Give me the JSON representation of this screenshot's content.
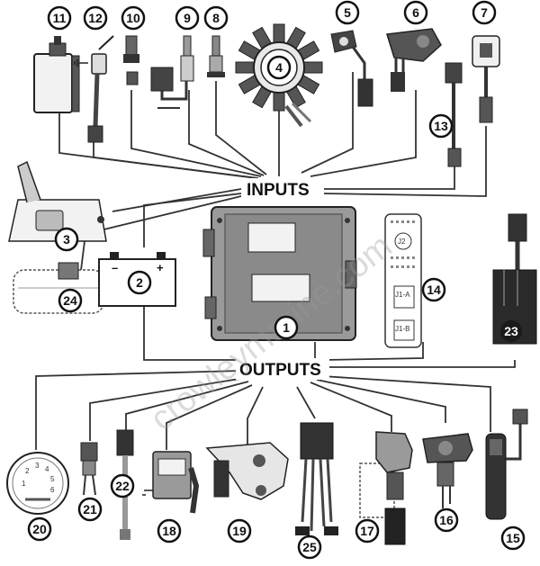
{
  "headings": {
    "inputs": "INPUTS",
    "outputs": "OUTPUTS"
  },
  "watermark": "crowleymarine.com",
  "connector_labels": {
    "j2": "J2",
    "j1a": "J1-A",
    "j1b": "J1-B"
  },
  "battery_symbols": {
    "minus": "–",
    "plus": "+"
  },
  "gauge_digits": [
    "1",
    "2",
    "3",
    "4",
    "5",
    "6"
  ],
  "callouts": [
    {
      "num": "1",
      "style": "light"
    },
    {
      "num": "2",
      "style": "light"
    },
    {
      "num": "3",
      "style": "light"
    },
    {
      "num": "4",
      "style": "light"
    },
    {
      "num": "5",
      "style": "light"
    },
    {
      "num": "6",
      "style": "light"
    },
    {
      "num": "7",
      "style": "light"
    },
    {
      "num": "8",
      "style": "light"
    },
    {
      "num": "9",
      "style": "light"
    },
    {
      "num": "10",
      "style": "light"
    },
    {
      "num": "11",
      "style": "light"
    },
    {
      "num": "12",
      "style": "light"
    },
    {
      "num": "13",
      "style": "light"
    },
    {
      "num": "14",
      "style": "light"
    },
    {
      "num": "15",
      "style": "light"
    },
    {
      "num": "16",
      "style": "light"
    },
    {
      "num": "17",
      "style": "light"
    },
    {
      "num": "18",
      "style": "light"
    },
    {
      "num": "19",
      "style": "light"
    },
    {
      "num": "20",
      "style": "light"
    },
    {
      "num": "21",
      "style": "light"
    },
    {
      "num": "22",
      "style": "light"
    },
    {
      "num": "23",
      "style": "dark"
    },
    {
      "num": "24",
      "style": "light"
    },
    {
      "num": "25",
      "style": "light"
    }
  ]
}
